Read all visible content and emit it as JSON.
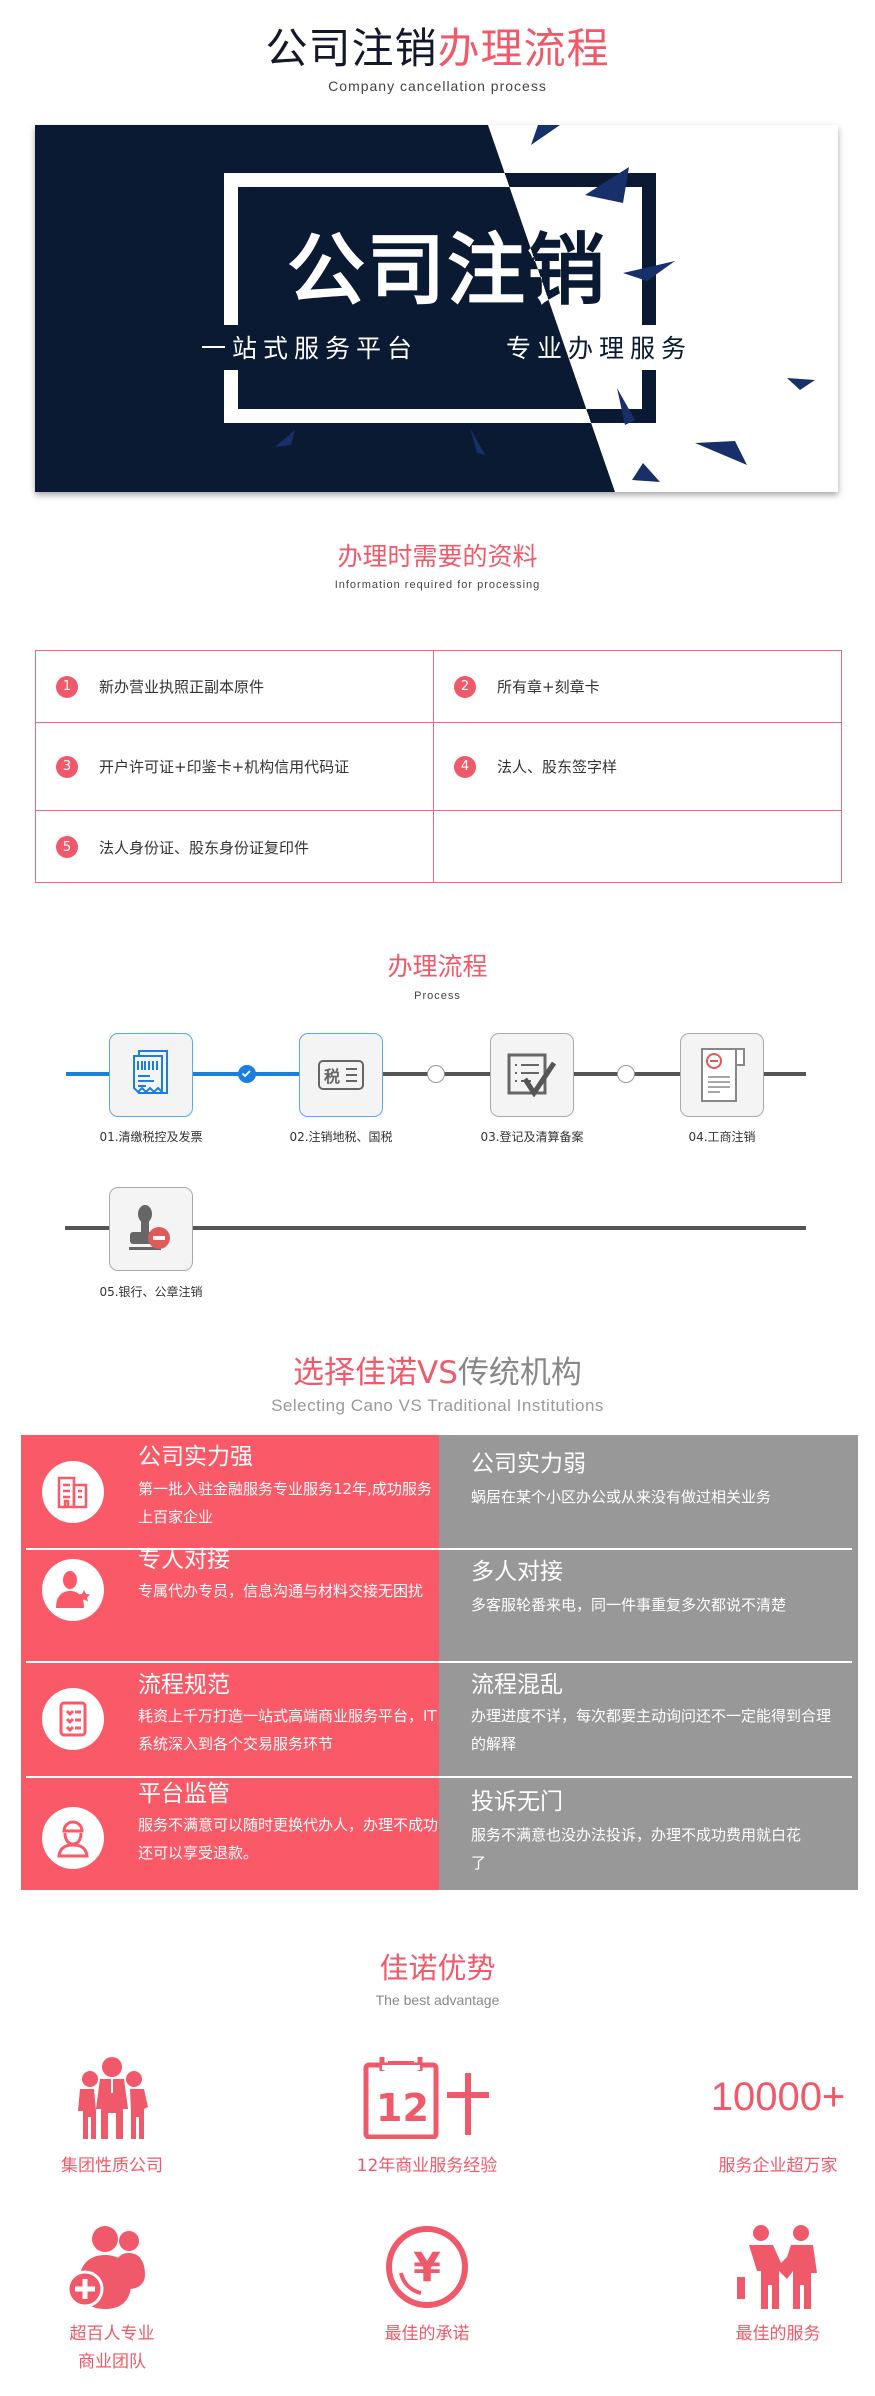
{
  "header": {
    "title_dark": "公司注销",
    "title_red": "办理流程",
    "subtitle": "Company cancellation process"
  },
  "banner": {
    "headline": "公司注销",
    "tagline_left": "一站式服务平台",
    "tagline_right": "专业办理服务",
    "colors": {
      "navy": "#0b1a33",
      "accent": "#17306a"
    }
  },
  "materials": {
    "title": "办理时需要的资料",
    "subtitle": "Information required for processing",
    "items": [
      {
        "num": "1",
        "text": "新办营业执照正副本原件"
      },
      {
        "num": "2",
        "text": "所有章+刻章卡"
      },
      {
        "num": "3",
        "text": "开户许可证+印鉴卡+机构信用代码证"
      },
      {
        "num": "4",
        "text": "法人、股东签字样"
      },
      {
        "num": "5",
        "text": "法人身份证、股东身份证复印件"
      }
    ]
  },
  "process": {
    "title": "办理流程",
    "subtitle": "Process",
    "steps": [
      {
        "label": "01.清缴税控及发票",
        "icon": "invoice-icon",
        "active": true
      },
      {
        "label": "02.注销地税、国税",
        "icon": "tax-icon",
        "active": true,
        "icon_text": "税"
      },
      {
        "label": "03.登记及清算备案",
        "icon": "checklist-icon",
        "active": false
      },
      {
        "label": "04.工商注销",
        "icon": "document-cancel-icon",
        "active": false
      },
      {
        "label": "05.银行、公章注销",
        "icon": "stamp-cancel-icon",
        "active": false
      }
    ],
    "colors": {
      "active": "#1a7fe0",
      "inactive": "#555555"
    }
  },
  "compare": {
    "title_red": "选择佳诺VS",
    "title_gray": "传统机构",
    "subtitle": "Selecting Cano VS Traditional Institutions",
    "rows": [
      {
        "icon": "building-icon",
        "good_title": "公司实力强",
        "good_desc": "第一批入驻金融服务专业服务12年,成功服务上百家企业",
        "bad_title": "公司实力弱",
        "bad_desc": "蜗居在某个小区办公或从来没有做过相关业务"
      },
      {
        "icon": "agent-icon",
        "good_title": "专人对接",
        "good_desc": "专属代办专员，信息沟通与材料交接无困扰",
        "bad_title": "多人对接",
        "bad_desc": "多客服轮番来电，同一件事重复多次都说不清楚"
      },
      {
        "icon": "clipboard-icon",
        "good_title": "流程规范",
        "good_desc": "耗资上千万打造一站式高端商业服务平台，IT系统深入到各个交易服务环节",
        "bad_title": "流程混乱",
        "bad_desc": "办理进度不详，每次都要主动询问还不一定能得到合理的解释"
      },
      {
        "icon": "supervisor-icon",
        "good_title": "平台监管",
        "good_desc": "服务不满意可以随时更换代办人，办理不成功还可以享受退款。",
        "bad_title": "投诉无门",
        "bad_desc": "服务不满意也没办法投诉，办理不成功费用就白花了"
      }
    ],
    "colors": {
      "good": "#fa5a67",
      "bad": "#989898"
    }
  },
  "advantages": {
    "title": "佳诺优势",
    "subtitle": "The best advantage",
    "items": [
      {
        "icon": "group-icon",
        "label": "集团性质公司"
      },
      {
        "icon": "calendar-12-icon",
        "label": "12年商业服务经验",
        "icon_text": "12"
      },
      {
        "icon": "stat-text",
        "label": "服务企业超万家",
        "icon_text": "10000+"
      },
      {
        "icon": "team-add-icon",
        "label": "超百人专业\n商业团队"
      },
      {
        "icon": "yuan-icon",
        "label": "最佳的承诺",
        "icon_text": "¥"
      },
      {
        "icon": "handshake-icon",
        "label": "最佳的服务"
      }
    ],
    "color": "#f0596a"
  }
}
